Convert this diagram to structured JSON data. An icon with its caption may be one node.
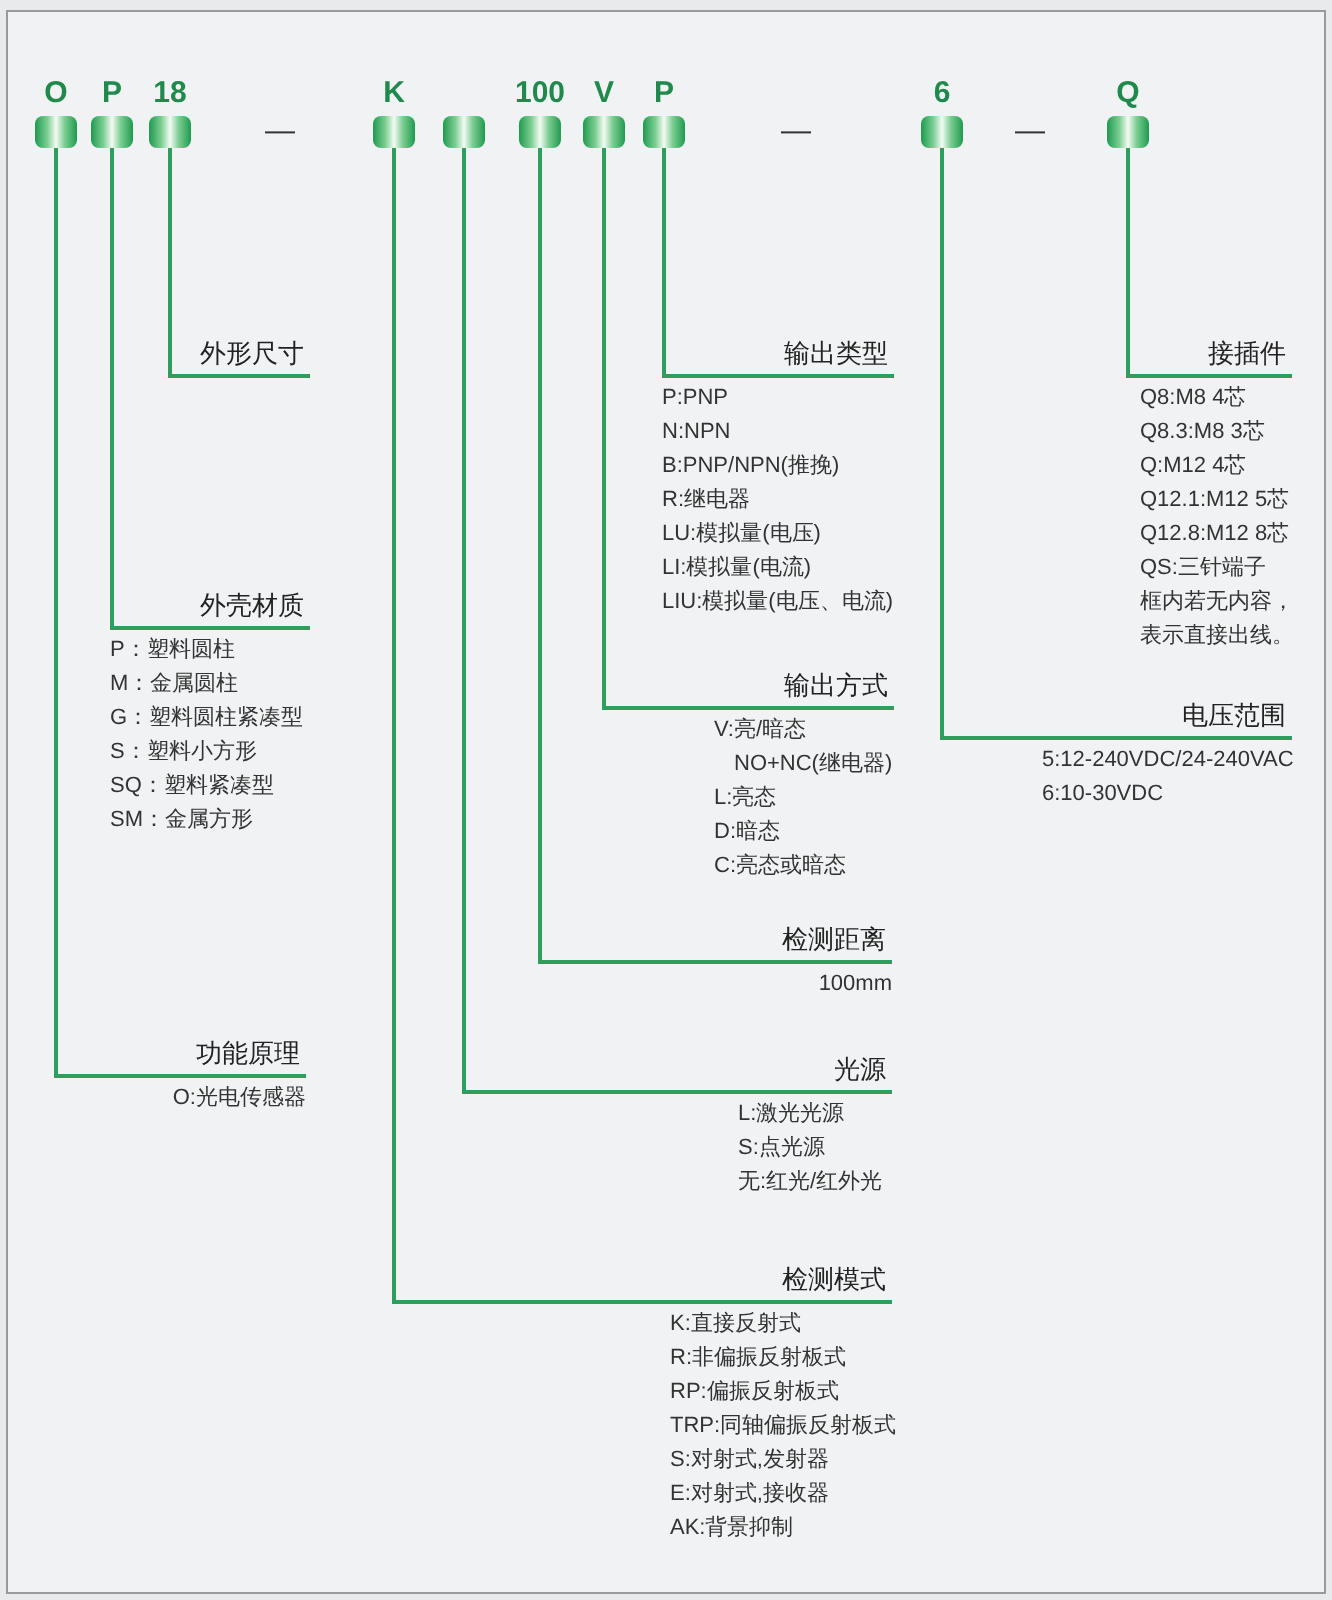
{
  "diagram": {
    "nodes": [
      {
        "text": [
          "O"
        ]
      },
      {
        "text": [
          "P"
        ]
      },
      {
        "text": [
          "18"
        ]
      },
      {
        "text": [
          "K"
        ]
      },
      {
        "text": [],
        "shape": "box"
      },
      {
        "text": [
          "100"
        ]
      },
      {
        "text": [
          "V"
        ]
      },
      {
        "text": [
          "P"
        ]
      },
      {
        "text": [
          "6"
        ]
      },
      {
        "text": [
          "Q"
        ]
      },
      {
        "text": [
          "外形尺寸"
        ]
      },
      {
        "text": [
          "输出类型",
          "P:PNP",
          "N:NPN",
          "B:PNP/NPN(推挽)",
          "R:继电器",
          "LU:模拟量(电压)",
          "LI:模拟量(电流)",
          "LIU:模拟量(电压、电流)"
        ]
      },
      {
        "text": [
          "接插件",
          "Q8:M8 4芯",
          "Q8.3:M8 3芯",
          "Q:M12 4芯",
          "Q12.1:M12 5芯",
          "Q12.8:M12 8芯",
          "QS:三针端子",
          "框内若无内容，",
          "表示直接出线。"
        ]
      },
      {
        "text": [
          "外壳材质",
          "P：塑料圆柱",
          "M：金属圆柱",
          "G：塑料圆柱紧凑型",
          "S：塑料小方形",
          "SQ：塑料紧凑型",
          "SM：金属方形"
        ]
      },
      {
        "text": [
          "输出方式",
          "V:亮/暗态",
          "NO+NC(继电器)",
          "L:亮态",
          "D:暗态",
          "C:亮态或暗态"
        ]
      },
      {
        "text": [
          "电压范围",
          "5:12-240VDC/24-240VAC",
          "6:10-30VDC"
        ]
      },
      {
        "text": [
          "检测距离",
          "100mm"
        ]
      },
      {
        "text": [
          "功能原理",
          "O:光电传感器"
        ]
      },
      {
        "text": [
          "光源",
          "L:激光光源",
          "S:点光源",
          "无:红光/红外光"
        ]
      },
      {
        "text": [
          "检测模式",
          "K:直接反射式",
          "R:非偏振反射板式",
          "RP:偏振反射板式",
          "TRP:同轴偏振反射板式",
          "S:对射式,发射器",
          "E:对射式,接收器",
          "AK:背景抑制"
        ]
      }
    ],
    "edges": [
      {
        "from": 2,
        "to": 10,
        "arrow": "none"
      },
      {
        "from": 7,
        "to": 11,
        "arrow": "none"
      },
      {
        "from": 9,
        "to": 12,
        "arrow": "none"
      },
      {
        "from": 1,
        "to": 13,
        "arrow": "none"
      },
      {
        "from": 6,
        "to": 14,
        "arrow": "none"
      },
      {
        "from": 8,
        "to": 15,
        "arrow": "none"
      },
      {
        "from": 5,
        "to": 16,
        "arrow": "none"
      },
      {
        "from": 0,
        "to": 17,
        "arrow": "none"
      },
      {
        "from": 4,
        "to": 18,
        "arrow": "none"
      },
      {
        "from": 3,
        "to": 19,
        "arrow": "none"
      }
    ],
    "labels": [
      "—",
      "—",
      "—"
    ]
  }
}
